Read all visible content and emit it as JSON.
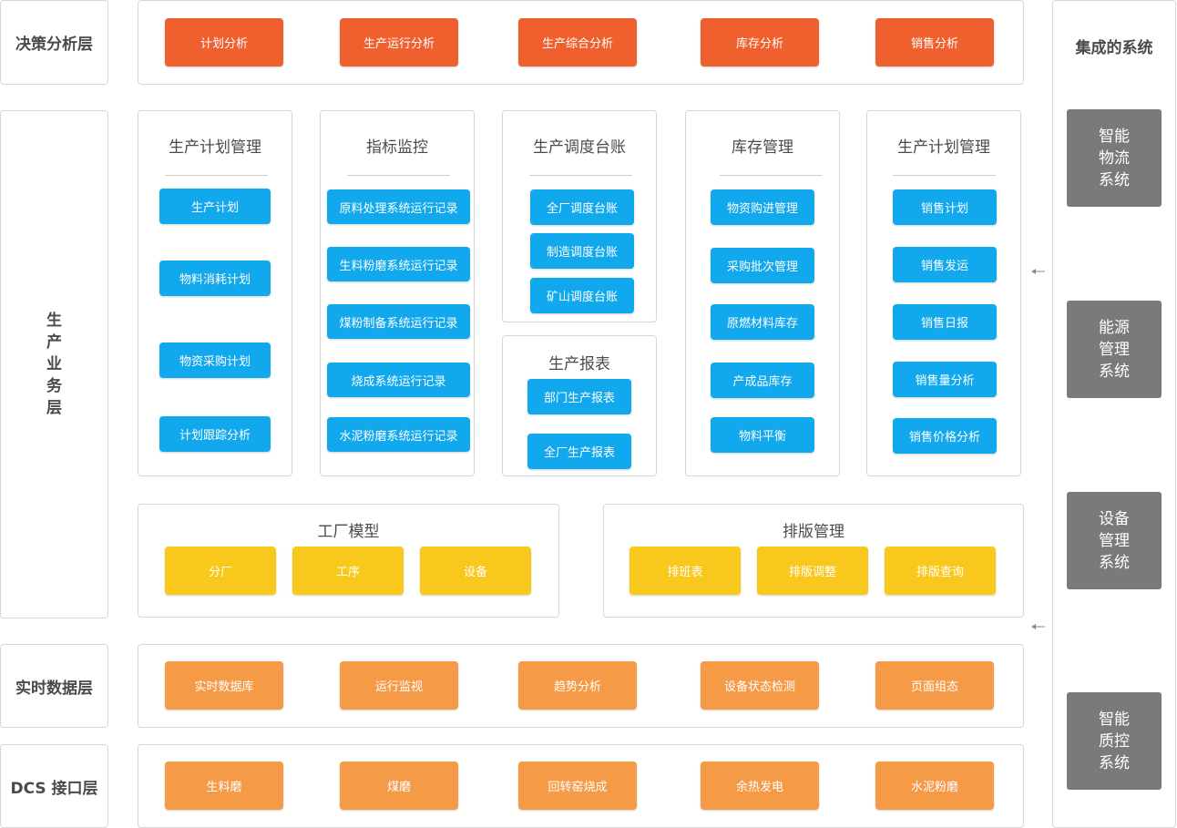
{
  "layers": {
    "decision": "决策分析层",
    "business": [
      "生",
      "产",
      "业",
      "务",
      "层"
    ],
    "realtime": "实时数据层",
    "dcs": "DCS 接口层"
  },
  "decision_items": [
    "计划分析",
    "生产运行分析",
    "生产综合分析",
    "库存分析",
    "销售分析"
  ],
  "cards": {
    "plan": {
      "title": "生产计划管理",
      "items": [
        "生产计划",
        "物料消耗计划",
        "物资采购计划",
        "计划跟踪分析"
      ]
    },
    "index": {
      "title": "指标监控",
      "items": [
        "原料处理系统运行记录",
        "生料粉磨系统运行记录",
        "煤粉制备系统运行记录",
        "烧成系统运行记录",
        "水泥粉磨系统运行记录"
      ]
    },
    "dispatch": {
      "title": "生产调度台账",
      "items": [
        "全厂调度台账",
        "制造调度台账",
        "矿山调度台账"
      ]
    },
    "report": {
      "title": "生产报表",
      "items": [
        "部门生产报表",
        "全厂生产报表"
      ]
    },
    "stock": {
      "title": "库存管理",
      "items": [
        "物资购进管理",
        "采购批次管理",
        "原燃材料库存",
        "产成品库存",
        "物料平衡"
      ]
    },
    "sales": {
      "title": "生产计划管理",
      "items": [
        "销售计划",
        "销售发运",
        "销售日报",
        "销售量分析",
        "销售价格分析"
      ]
    },
    "factory": {
      "title": "工厂模型",
      "items": [
        "分厂",
        "工序",
        "设备"
      ]
    },
    "schedule": {
      "title": "排版管理",
      "items": [
        "排班表",
        "排版调整",
        "排版查询"
      ]
    }
  },
  "realtime_items": [
    "实时数据库",
    "运行监视",
    "趋势分析",
    "设备状态检测",
    "页面组态"
  ],
  "dcs_items": [
    "生料磨",
    "煤磨",
    "回转窑烧成",
    "余热发电",
    "水泥粉磨"
  ],
  "integrated": {
    "title": "集成的系统",
    "systems": [
      [
        "智能",
        "物流",
        "系统"
      ],
      [
        "能源",
        "管理",
        "系统"
      ],
      [
        "设备",
        "管理",
        "系统"
      ],
      [
        "智能",
        "质控",
        "系统"
      ]
    ]
  },
  "colors": {
    "decision": "#f0602e",
    "business": "#12a8ee",
    "base_module": "#f9c81c",
    "data_layer": "#f59a47",
    "integrated": "#7a7a7a"
  }
}
